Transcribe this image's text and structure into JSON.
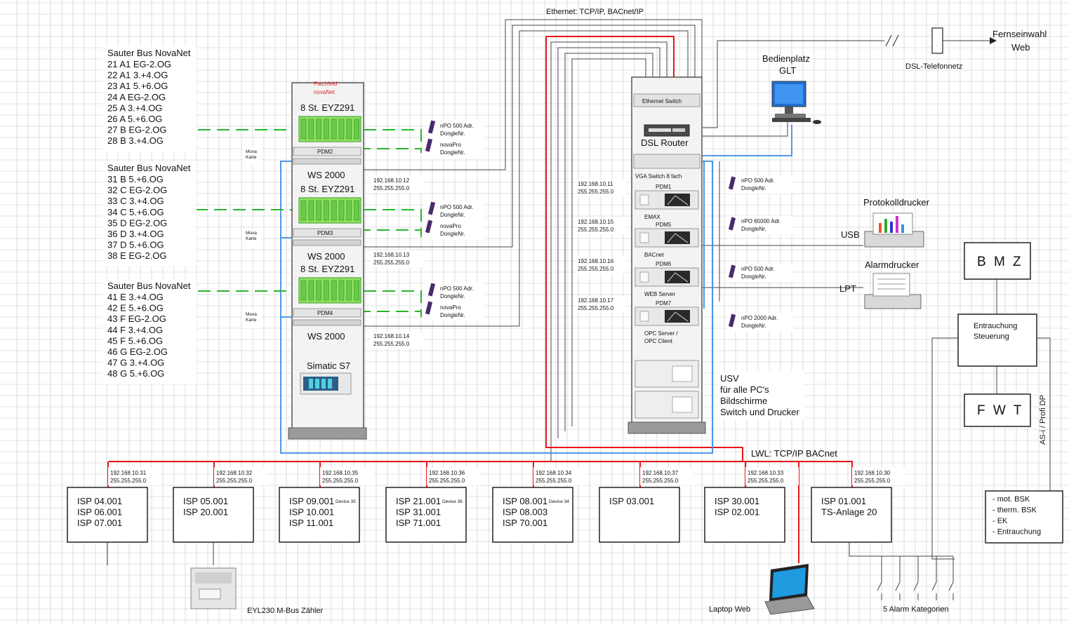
{
  "header": {
    "ethernet": "Ethernet: TCP/IP, BACnet/IP"
  },
  "remote": {
    "label_line1": "Fernseinwahl",
    "label_line2": "Web",
    "dsl": "DSL-Telefonnetz"
  },
  "bus_groups": [
    {
      "title": "Sauter Bus NovaNet",
      "lines": [
        "21 A1 EG-2.OG",
        "22 A1 3.+4.OG",
        "23 A1 5.+6.OG",
        "24 A EG-2.OG",
        "25 A 3.+4.OG",
        "26 A 5.+6.OG",
        "27 B EG-2.OG",
        "28 B 3.+4.OG"
      ]
    },
    {
      "title": "Sauter Bus NovaNet",
      "lines": [
        "31 B 5.+6.OG",
        "32 C EG-2.OG",
        "33 C 3.+4.OG",
        "34 C 5.+6.OG",
        "35 D EG-2.OG",
        "36 D 3.+4.OG",
        "37 D 5.+6.OG",
        "38 E EG-2.OG"
      ]
    },
    {
      "title": "Sauter Bus NovaNet",
      "lines": [
        "41 E 3.+4.OG",
        "42 E 5.+6.OG",
        "43 F EG-2.OG",
        "44 F 3.+4.OG",
        "45 F 5.+6.OG",
        "46 G EG-2.OG",
        "47 G 3.+4.OG",
        "48 G 5.+6.OG"
      ]
    }
  ],
  "moxa": "Moxa Karte",
  "left_rack": {
    "patchfield_line1": "Patchfeld",
    "patchfield_line2": "novaNet",
    "sections": [
      {
        "eyz": "8 St. EYZ291",
        "pdm": "PDM2",
        "ws": "WS 2000",
        "ip": "192.168.10.12",
        "mask": "255.255.255.0"
      },
      {
        "eyz": "8 St. EYZ291",
        "pdm": "PDM3",
        "ws": "WS 2000",
        "ip": "192.168.10.13",
        "mask": "255.255.255.0"
      },
      {
        "eyz": "8 St. EYZ291",
        "pdm": "PDM4",
        "ws": "WS 2000",
        "ip": "192.168.10.14",
        "mask": "255.255.255.0"
      }
    ],
    "simatic": "Simatic S7"
  },
  "dongles_left": [
    {
      "a1": "nPO 500 Adr.",
      "a2": "DongleNr.",
      "b1": "novaPro",
      "b2": "DongleNr."
    },
    {
      "a1": "nPO 500 Adr.",
      "a2": "DongleNr.",
      "b1": "novaPro",
      "b2": "DongleNr."
    },
    {
      "a1": "nPO 500 Adr.",
      "a2": "DongleNr.",
      "b1": "novaPro",
      "b2": "DongleNr."
    }
  ],
  "right_rack": {
    "ethernet_switch": "Ethernet Switch",
    "dsl_router": "DSL Router",
    "vga_switch": "VGA Switch 8 fach",
    "servers": [
      {
        "pdm": "PDM1",
        "ip": "192.168.10.11",
        "mask": "255.255.255.0",
        "role": "EMAX"
      },
      {
        "pdm": "PDM5",
        "ip": "192.168.10.15",
        "mask": "255.255.255.0",
        "role": "BACnet"
      },
      {
        "pdm": "PDM6",
        "ip": "192.168.10.16",
        "mask": "255.255.255.0",
        "role": "WEB Server"
      },
      {
        "pdm": "PDM7",
        "ip": "192.168.10.17",
        "mask": "255.255.255.0",
        "role": "OPC Server / OPC Client"
      }
    ]
  },
  "dongles_right": [
    {
      "l1": "nPO 500 Adr.",
      "l2": "DongleNr."
    },
    {
      "l1": "nPO 65000 Adr.",
      "l2": "DongleNr."
    },
    {
      "l1": "nPO 500 Adr.",
      "l2": "DongleNr."
    },
    {
      "l1": "nPO 2000 Adr.",
      "l2": "DongleNr."
    }
  ],
  "usv": [
    "USV",
    "für alle PC's",
    "Bildschirme",
    "Switch und Drucker"
  ],
  "workstation": {
    "line1": "Bedienplatz",
    "line2": "GLT"
  },
  "printers": {
    "protocol": "Protokolldrucker",
    "alarm": "Alarmdrucker",
    "usb": "USB",
    "lpt": "LPT"
  },
  "fire": {
    "bmz": "B M Z",
    "smoke_line1": "Entrauchung",
    "smoke_line2": "Steuerung",
    "fwt": "F W T",
    "asi": "AS-i / Profi DP",
    "list": [
      "- mot. BSK",
      "- therm. BSK",
      "- EK",
      "- Entrauchung"
    ]
  },
  "lwl": "LWL: TCP/IP BACnet",
  "isp_boxes": [
    {
      "ip": "192.168.10.31",
      "mask": "255.255.255.0",
      "lines": [
        "ISP 04.001",
        "ISP 06.001",
        "ISP 07.001"
      ],
      "device": ""
    },
    {
      "ip": "192.168.10.32",
      "mask": "255.255.255.0",
      "lines": [
        "ISP 05.001",
        "ISP 20.001"
      ],
      "device": ""
    },
    {
      "ip": "192.168.10.35",
      "mask": "255.255.255.0",
      "lines": [
        "ISP 09.001",
        "ISP 10.001",
        "ISP 11.001"
      ],
      "device": "Device 35"
    },
    {
      "ip": "192.168.10.36",
      "mask": "255.255.255.0",
      "lines": [
        "ISP 21.001",
        "ISP 31.001",
        "ISP 71.001"
      ],
      "device": "Device 36"
    },
    {
      "ip": "192.168.10.34",
      "mask": "255.255.255.0",
      "lines": [
        "ISP 08.001",
        "ISP 08.003",
        "ISP 70.001"
      ],
      "device": "Device 34"
    },
    {
      "ip": "192.168.10.37",
      "mask": "255.255.255.0",
      "lines": [
        "ISP 03.001"
      ],
      "device": ""
    },
    {
      "ip": "192.168.10.33",
      "mask": "255.255.255.0",
      "lines": [
        "ISP 30.001",
        "ISP 02.001"
      ],
      "device": ""
    },
    {
      "ip": "192.168.10.30",
      "mask": "255.255.255.0",
      "lines": [
        "ISP 01.001",
        "TS-Anlage 20"
      ],
      "device": ""
    }
  ],
  "bottom": {
    "meter": "EYL230 M-Bus Zähler",
    "laptop": "Laptop Web",
    "alarms": "5 Alarm Kategorien"
  },
  "colors": {
    "grid": "#c8c8c8",
    "red": "#e8141b",
    "blue": "#3a8ee6",
    "green": "#2bb52b",
    "line": "#222222",
    "led": "#8fe35a"
  }
}
